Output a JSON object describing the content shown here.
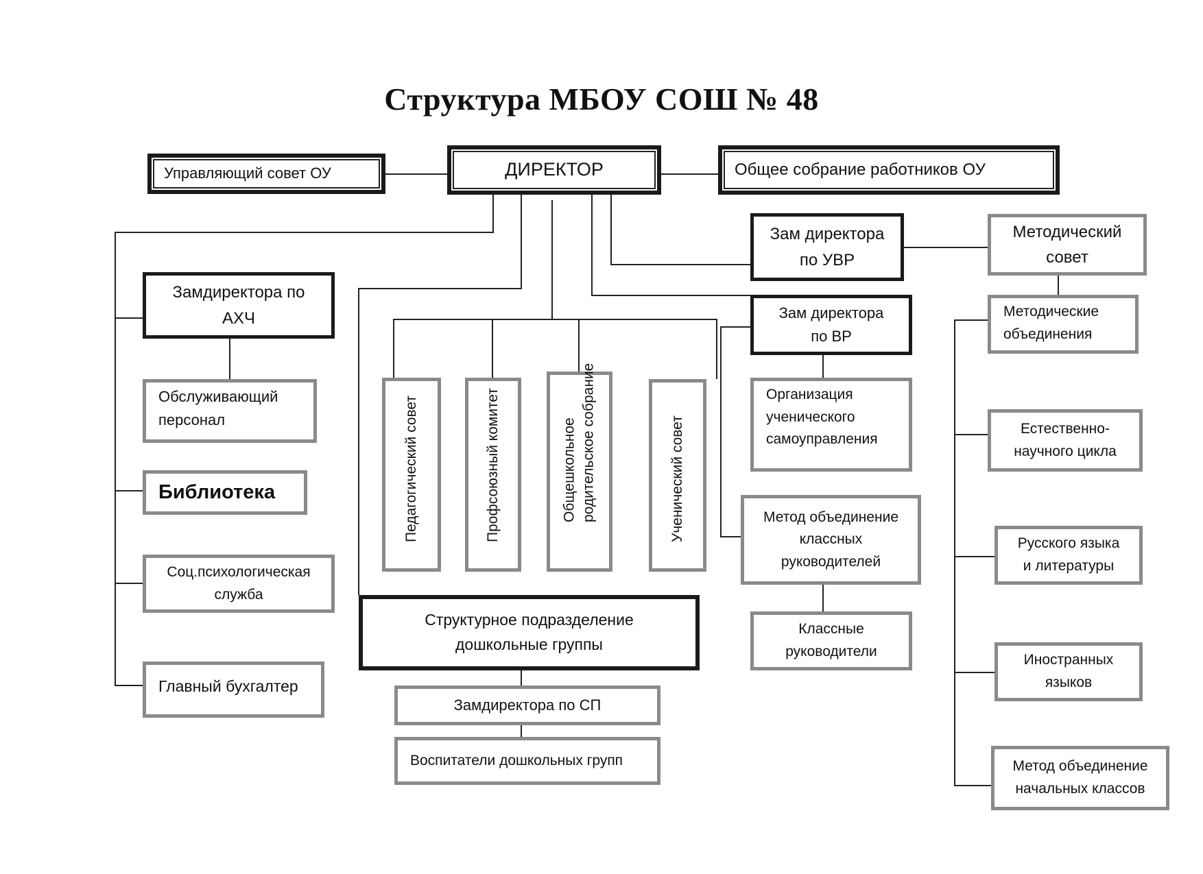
{
  "title": "Структура МБОУ СОШ № 48",
  "top_row": {
    "governing_council": "Управляющий совет ОУ",
    "director": "ДИРЕКТОР",
    "general_meeting": "Общее собрание работников ОУ"
  },
  "left_branch": {
    "deputy_ahch": [
      "Замдиректора по",
      "АХЧ"
    ],
    "service_staff": [
      "Обслуживающий",
      "персонал"
    ],
    "library": "Библиотека",
    "social_psych": [
      "Соц.психологическая",
      "служба"
    ],
    "chief_accountant": "Главный бухгалтер"
  },
  "councils": {
    "pedagogical": "Педагогический совет",
    "trade_union": "Профсоюзный комитет",
    "parents_meeting": [
      "Общешкольное",
      "родительское собрание"
    ],
    "student_council": "Ученический совет"
  },
  "preschool": {
    "division": [
      "Структурное подразделение",
      "дошкольные группы"
    ],
    "deputy_sp": "Замдиректора по СП",
    "educators": "Воспитатели дошкольных групп"
  },
  "uvr_branch": {
    "deputy_uvr": [
      "Зам директора",
      "по УВР"
    ],
    "methodical_council": [
      "Методический",
      "совет"
    ],
    "methodical_associations": [
      "Методические",
      "объединения"
    ],
    "subjects": [
      [
        "Естественно-",
        "научного цикла"
      ],
      [
        "Русского языка",
        "и литературы"
      ],
      [
        "Иностранных",
        "языков"
      ],
      [
        "Метод объединение",
        "начальных классов"
      ]
    ]
  },
  "vr_branch": {
    "deputy_vr": [
      "Зам директора",
      "по ВР"
    ],
    "student_self_gov": [
      "Организация",
      "ученического",
      "самоуправления"
    ],
    "class_teachers_assoc": [
      "Метод объединение",
      "классных",
      "руководителей"
    ],
    "class_teachers": [
      "Классные",
      "руководители"
    ]
  }
}
